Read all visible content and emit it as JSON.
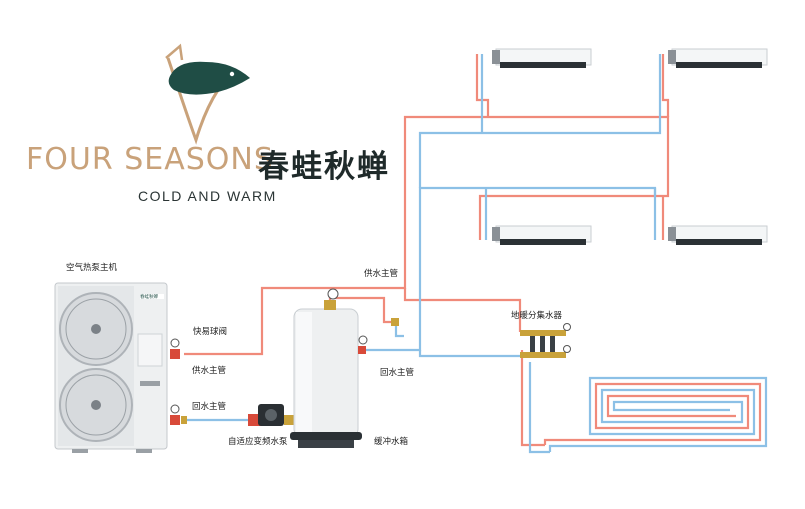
{
  "brand": {
    "name_en": "FOUR SEASONS",
    "name_cn": "春蛙秋蝉",
    "tagline": "COLD AND WARM",
    "colors": {
      "gold": "#c9a27a",
      "green": "#1f4d45",
      "dark": "#1f2a2a"
    }
  },
  "labels": {
    "heat_pump_unit": "空气热泵主机",
    "quick_ball_valve": "快易球阀",
    "supply_main_left": "供水主管",
    "return_main_left": "回水主管",
    "pump": "自适应变频水泵",
    "buffer_tank": "缓冲水箱",
    "supply_main_top": "供水主管",
    "return_main_right": "回水主管",
    "floor_manifold": "地暖分集水器"
  },
  "unit_badge": "春蛙秋蝉",
  "pipe_colors": {
    "supply": "#f08a7a",
    "return": "#8cc0e6"
  }
}
